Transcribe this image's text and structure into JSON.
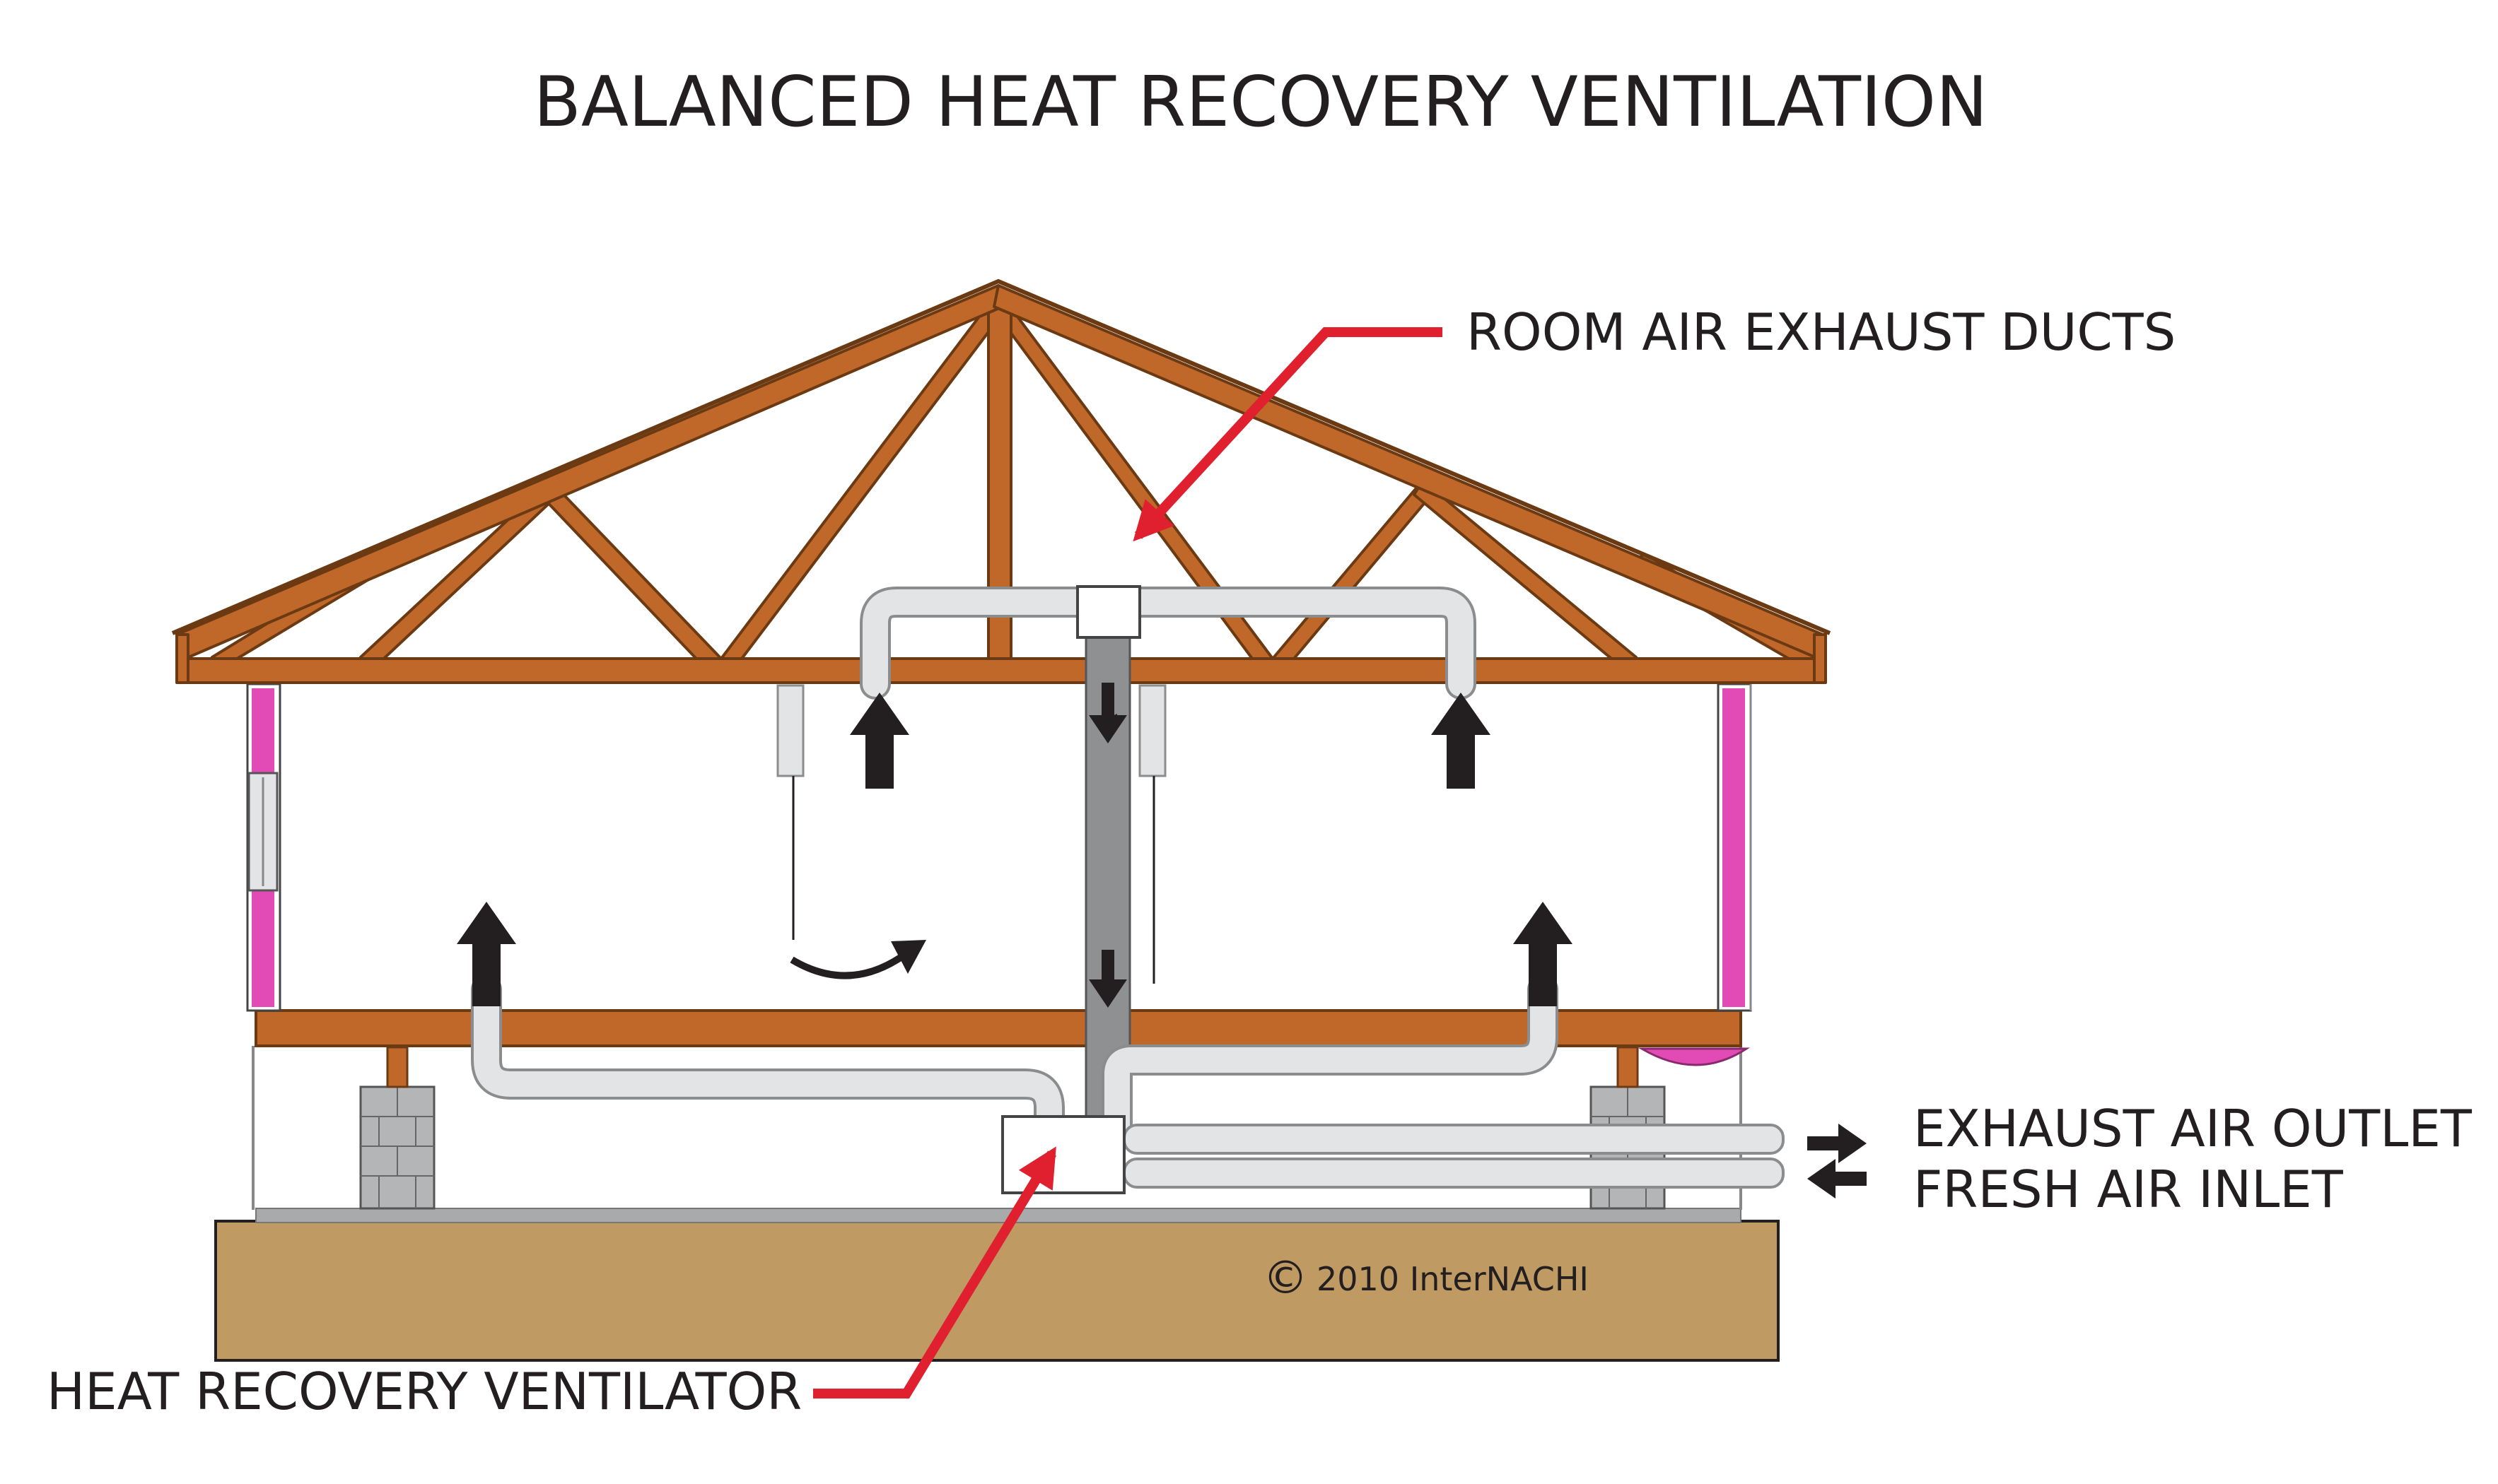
{
  "title": "BALANCED HEAT RECOVERY VENTILATION",
  "labels": {
    "room_air_exhaust_ducts": "ROOM AIR EXHAUST DUCTS",
    "exhaust_air_outlet": "EXHAUST AIR OUTLET",
    "fresh_air_inlet": "FRESH AIR INLET",
    "heat_recovery_ventilator": "HEAT RECOVERY VENTILATOR",
    "copyright_symbol": "©",
    "copyright": "2010  InterNACHI"
  },
  "colors": {
    "timber": "#c0682a",
    "timber_dark": "#6b3a12",
    "duct": "#e3e4e6",
    "duct_edge": "#8a8c8e",
    "supply_duct": "#8e9092",
    "insulation": "#e24bb5",
    "ground": "#bf9a63",
    "callout_arrow": "#e0202e",
    "flow_arrow": "#231f20",
    "block": "#b4b5b7"
  }
}
